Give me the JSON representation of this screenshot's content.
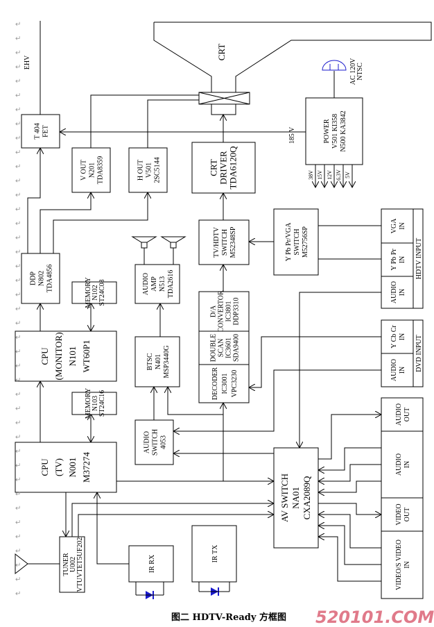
{
  "blocks": {
    "crt": {
      "lines": [
        "CRT"
      ]
    },
    "fet": {
      "lines": [
        "T 404",
        "FET"
      ]
    },
    "vout": {
      "lines": [
        "V OUT",
        "N201",
        "TDA8359"
      ]
    },
    "hout": {
      "lines": [
        "H OUT",
        "V501",
        "2SC5144"
      ]
    },
    "crt_driver": {
      "lines": [
        "CRT",
        "DRIVER",
        "TDA6120Q"
      ]
    },
    "power": {
      "lines": [
        "POWER",
        "V501 KI358",
        "N500 KA3842"
      ]
    },
    "ddp": {
      "lines": [
        "DDP",
        "N802",
        "TDA4856"
      ]
    },
    "memory_n102": {
      "lines": [
        "MEMORY",
        "N102",
        "ST24C08"
      ]
    },
    "audio_amp": {
      "lines": [
        "AUDIO",
        "AMP",
        "N513",
        "TDA2616"
      ]
    },
    "tvhdtv_switch": {
      "lines": [
        "TV/HDTV",
        "SWITCH",
        "M52348SP"
      ]
    },
    "ypbpr_switch": {
      "lines": [
        "Y Pb Pr/VGA",
        "SWITCH",
        "M52756SP"
      ]
    },
    "vga_in": {
      "lines": [
        "VGA",
        "IN"
      ]
    },
    "ypbpr_in": {
      "lines": [
        "Y Pb Pr",
        "IN"
      ]
    },
    "hdtv_audio_in": {
      "lines": [
        "AUDIO",
        "IN"
      ]
    },
    "hdtv_input": {
      "lines": [
        "HDTV INPUT"
      ]
    },
    "da_converter": {
      "lines": [
        "D/A",
        "CONVERTOR",
        "IC3801",
        "DDP3310"
      ]
    },
    "double_scan": {
      "lines": [
        "DOUBLE",
        "SCAN",
        "IC3601",
        "SDA9400"
      ]
    },
    "decoder": {
      "lines": [
        "DECODER",
        "IC3001",
        "VPC3230"
      ]
    },
    "ycbcr_in": {
      "lines": [
        "Y Cb Cr",
        "IN"
      ]
    },
    "dvd_audio_in": {
      "lines": [
        "AUDIO",
        "IN"
      ]
    },
    "dvd_input": {
      "lines": [
        "DVD INPUT"
      ]
    },
    "cpu_monitor": {
      "lines": [
        "CPU",
        "(MONITOR)",
        "N101",
        "WT60P1"
      ]
    },
    "memory_n103": {
      "lines": [
        "MEMORY",
        "N103",
        "ST24C16"
      ]
    },
    "btsc": {
      "lines": [
        "BTSC",
        "N401",
        "MSP3440G"
      ]
    },
    "audio_switch": {
      "lines": [
        "AUDIO",
        "SWITCH",
        "4053"
      ]
    },
    "cpu_tv": {
      "lines": [
        "CPU",
        "(TV)",
        "N001",
        "M37274"
      ]
    },
    "av_switch": {
      "lines": [
        "AV SWITCH",
        "NA01",
        "CXA2089Q"
      ]
    },
    "audio_out": {
      "lines": [
        "AUDIO",
        "OUT"
      ]
    },
    "audio_in": {
      "lines": [
        "AUDIO",
        "IN"
      ]
    },
    "video_out": {
      "lines": [
        "VIDEO",
        "OUT"
      ]
    },
    "video_in": {
      "lines": [
        "VIDEO/S VIDEO",
        "IN"
      ]
    },
    "tuner": {
      "lines": [
        "TUNER",
        "U002",
        "VTUVTET5UF202"
      ]
    },
    "ir_rx": {
      "lines": [
        "IR RX"
      ]
    },
    "ir_tx": {
      "lines": [
        "IR TX"
      ]
    }
  },
  "labels": {
    "ehv": "EHV",
    "v185": "185 V",
    "ac": [
      "AC 120V",
      "NTSC"
    ],
    "power_outputs": [
      "38V",
      "15V",
      "12V",
      "6.3V",
      "5V"
    ]
  },
  "caption": "图二   HDTV-Ready 方框图",
  "watermark": "520101.COM",
  "paragraph_mark": "↵",
  "colors": {
    "led": "#1a1acc",
    "watermark": "#e07a8a"
  }
}
